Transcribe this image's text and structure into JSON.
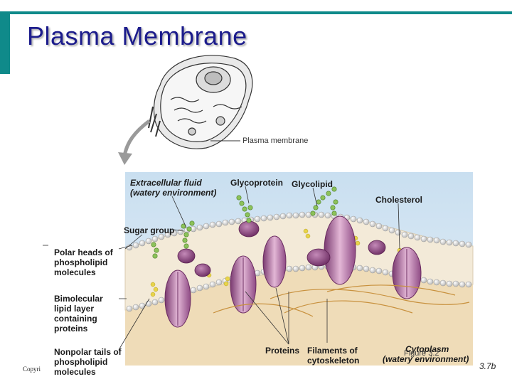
{
  "slide": {
    "title": "Plasma Membrane",
    "copyright": "Copyri",
    "figure_ref": "Figure 3.2",
    "figure_number": "3.7b"
  },
  "labels": {
    "plasma_membrane": "Plasma membrane",
    "extracellular_1": "Extracellular fluid",
    "extracellular_2": "(watery environment)",
    "glycoprotein": "Glycoprotein",
    "glycolipid": "Glycolipid",
    "cholesterol": "Cholesterol",
    "sugar_group": "Sugar group",
    "polar_1": "Polar heads of",
    "polar_2": "phospholipid",
    "polar_3": "molecules",
    "bimolecular_1": "Bimolecular",
    "bimolecular_2": "lipid layer",
    "bimolecular_3": "containing",
    "bimolecular_4": "proteins",
    "nonpolar_1": "Nonpolar tails of",
    "nonpolar_2": "phospholipid",
    "nonpolar_3": "molecules",
    "proteins": "Proteins",
    "filaments_1": "Filaments of",
    "filaments_2": "cytoskeleton",
    "cytoplasm_1": "Cytoplasm",
    "cytoplasm_2": "(watery environment)"
  },
  "colors": {
    "accent_bar": "#0f8a8a",
    "title": "#1c1c8c",
    "extracellular_bg": "#c9dff0",
    "cytoplasm_bg": "#efdcb8",
    "protein": "#b06aa0",
    "sugar_chain": "#8cc25a",
    "head": "#f2f2f2"
  }
}
